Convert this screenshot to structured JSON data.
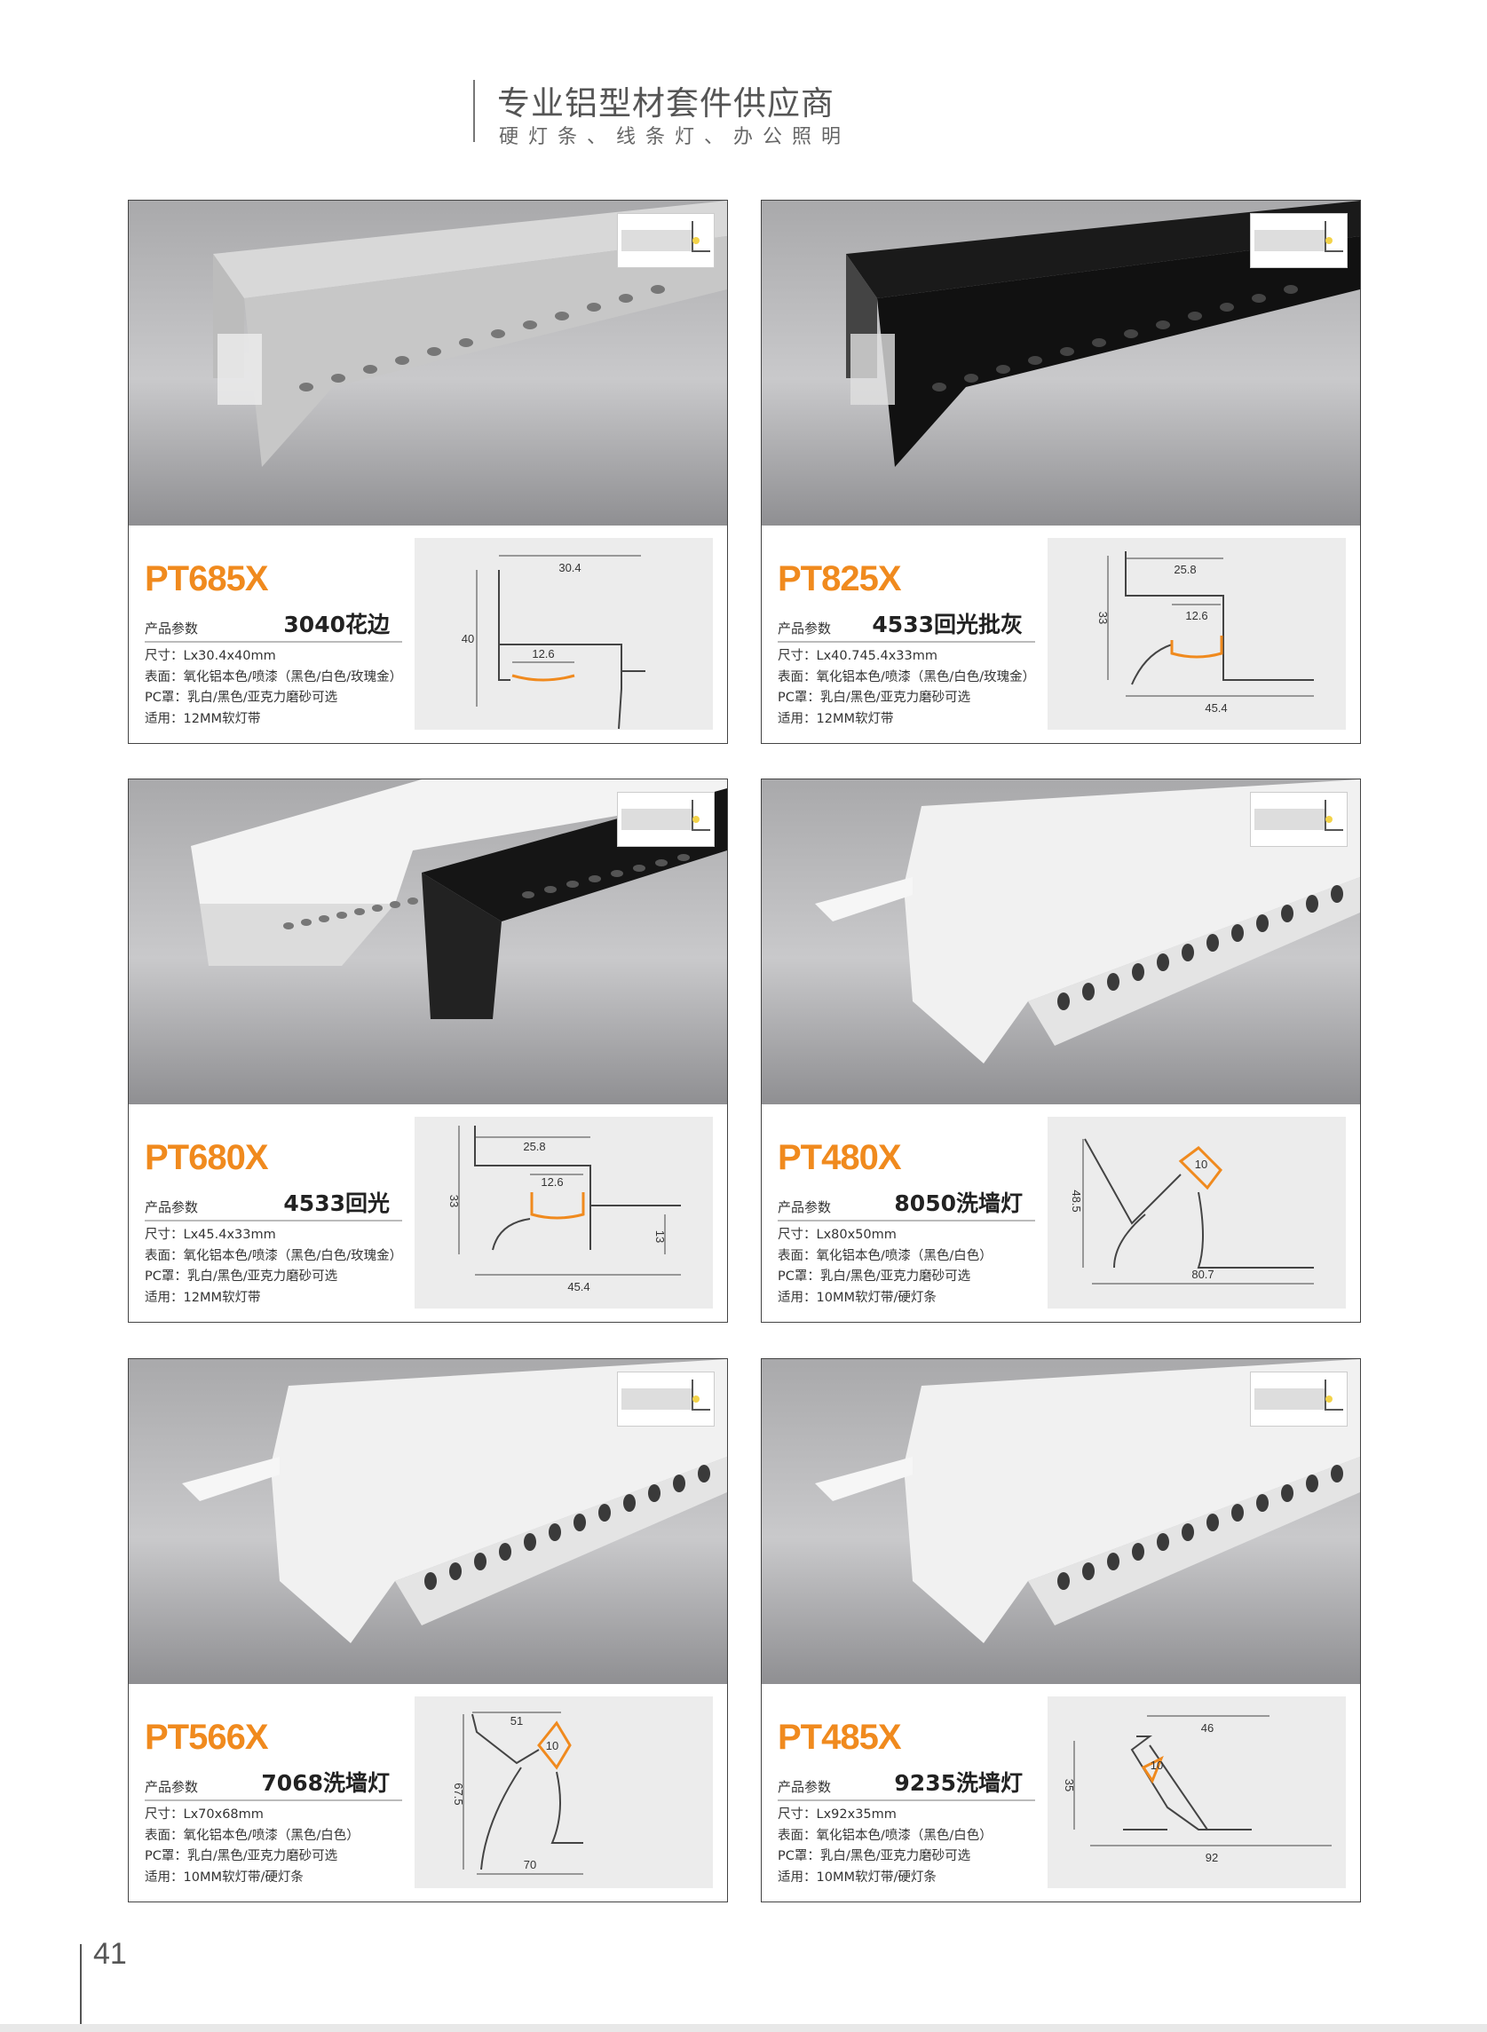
{
  "header": {
    "title": "专业铝型材套件供应商",
    "subtitle": "硬灯条、线条灯、办公照明"
  },
  "page_number": "41",
  "param_label": "产品参数",
  "colors": {
    "accent": "#f08a1e",
    "text": "#333333",
    "diagram_bg": "#ececec"
  },
  "products": [
    {
      "model": "PT685X",
      "name": "3040花边",
      "finish": "silver",
      "specs": [
        "尺寸：Lx30.4x40mm",
        "表面：氧化铝本色/喷漆（黑色/白色/玫瑰金）",
        "PC罩：乳白/黑色/亚克力磨砂可选",
        "适用：12MM软灯带"
      ],
      "dims": [
        "30.4",
        "40",
        "12.6"
      ]
    },
    {
      "model": "PT825X",
      "name": "4533回光批灰",
      "finish": "black",
      "specs": [
        "尺寸：Lx40.745.4x33mm",
        "表面：氧化铝本色/喷漆（黑色/白色/玫瑰金）",
        "PC罩：乳白/黑色/亚克力磨砂可选",
        "适用：12MM软灯带"
      ],
      "dims": [
        "25.8",
        "33",
        "12.6",
        "45.4"
      ]
    },
    {
      "model": "PT680X",
      "name": "4533回光",
      "finish": "white-black",
      "specs": [
        "尺寸：Lx45.4x33mm",
        "表面：氧化铝本色/喷漆（黑色/白色/玫瑰金）",
        "PC罩：乳白/黑色/亚克力磨砂可选",
        "适用：12MM软灯带"
      ],
      "dims": [
        "25.8",
        "33",
        "12.6",
        "45.4",
        "13"
      ]
    },
    {
      "model": "PT480X",
      "name": "8050洗墙灯",
      "finish": "white",
      "specs": [
        "尺寸：Lx80x50mm",
        "表面：氧化铝本色/喷漆（黑色/白色）",
        "PC罩：乳白/黑色/亚克力磨砂可选",
        "适用：10MM软灯带/硬灯条"
      ],
      "dims": [
        "48.5",
        "10",
        "80.7"
      ]
    },
    {
      "model": "PT566X",
      "name": "7068洗墙灯",
      "finish": "white",
      "specs": [
        "尺寸：Lx70x68mm",
        "表面：氧化铝本色/喷漆（黑色/白色）",
        "PC罩：乳白/黑色/亚克力磨砂可选",
        "适用：10MM软灯带/硬灯条"
      ],
      "dims": [
        "51",
        "67.5",
        "10",
        "70"
      ]
    },
    {
      "model": "PT485X",
      "name": "9235洗墙灯",
      "finish": "white",
      "specs": [
        "尺寸：Lx92x35mm",
        "表面：氧化铝本色/喷漆（黑色/白色）",
        "PC罩：乳白/黑色/亚克力磨砂可选",
        "适用：10MM软灯带/硬灯条"
      ],
      "dims": [
        "46",
        "35",
        "10",
        "92"
      ]
    }
  ]
}
